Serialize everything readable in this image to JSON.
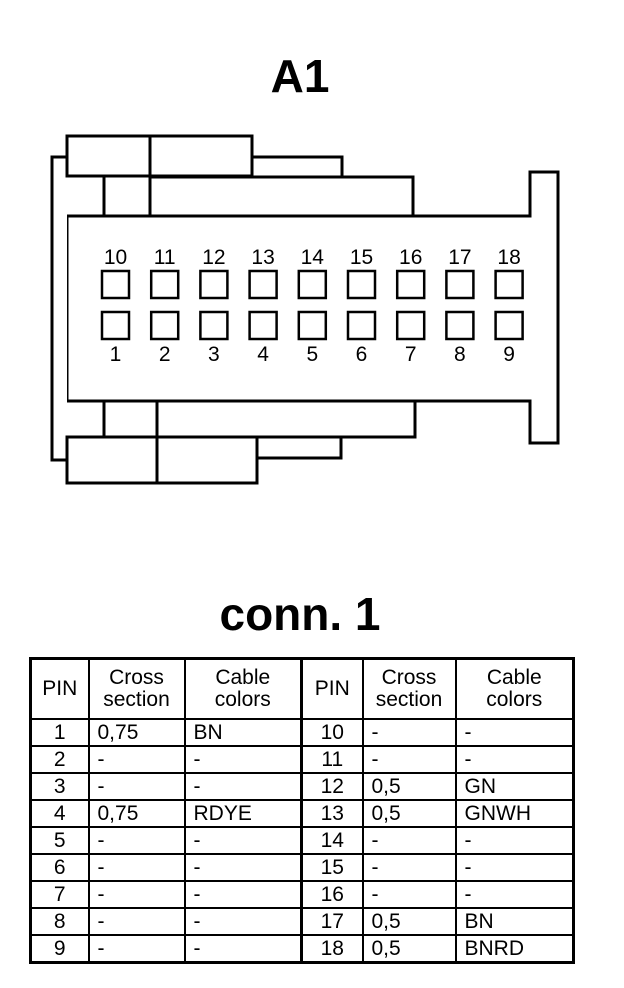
{
  "diagram": {
    "title": "A1",
    "pins_top": [
      "10",
      "11",
      "12",
      "13",
      "14",
      "15",
      "16",
      "17",
      "18"
    ],
    "pins_bottom": [
      "1",
      "2",
      "3",
      "4",
      "5",
      "6",
      "7",
      "8",
      "9"
    ]
  },
  "table": {
    "title": "conn. 1",
    "headers": [
      "PIN",
      "Cross section",
      "Cable colors",
      "PIN",
      "Cross section",
      "Cable colors"
    ],
    "rows": [
      {
        "pin_a": "1",
        "cross_a": "0,75",
        "color_a": "BN",
        "pin_b": "10",
        "cross_b": "-",
        "color_b": "-"
      },
      {
        "pin_a": "2",
        "cross_a": "-",
        "color_a": "-",
        "pin_b": "11",
        "cross_b": "-",
        "color_b": "-"
      },
      {
        "pin_a": "3",
        "cross_a": "-",
        "color_a": "-",
        "pin_b": "12",
        "cross_b": "0,5",
        "color_b": "GN"
      },
      {
        "pin_a": "4",
        "cross_a": "0,75",
        "color_a": "RDYE",
        "pin_b": "13",
        "cross_b": "0,5",
        "color_b": "GNWH"
      },
      {
        "pin_a": "5",
        "cross_a": "-",
        "color_a": "-",
        "pin_b": "14",
        "cross_b": "-",
        "color_b": "-"
      },
      {
        "pin_a": "6",
        "cross_a": "-",
        "color_a": "-",
        "pin_b": "15",
        "cross_b": "-",
        "color_b": "-"
      },
      {
        "pin_a": "7",
        "cross_a": "-",
        "color_a": "-",
        "pin_b": "16",
        "cross_b": "-",
        "color_b": "-"
      },
      {
        "pin_a": "8",
        "cross_a": "-",
        "color_a": "-",
        "pin_b": "17",
        "cross_b": "0,5",
        "color_b": "BN"
      },
      {
        "pin_a": "9",
        "cross_a": "-",
        "color_a": "-",
        "pin_b": "18",
        "cross_b": "0,5",
        "color_b": "BNRD"
      }
    ]
  }
}
